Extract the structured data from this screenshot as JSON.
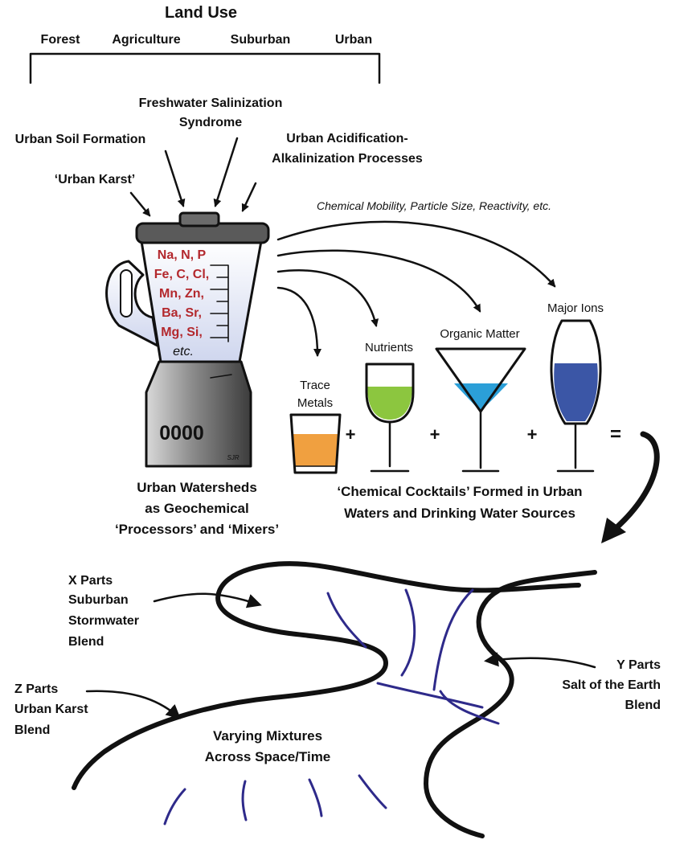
{
  "land_use": {
    "title": "Land Use",
    "categories": [
      "Forest",
      "Agriculture",
      "Suburban",
      "Urban"
    ]
  },
  "processes": {
    "salinization": [
      "Freshwater Salinization",
      "Syndrome"
    ],
    "soil_formation": "Urban Soil Formation",
    "acidification": [
      "Urban Acidification-",
      "Alkalinization Processes"
    ],
    "karst": "‘Urban Karst’"
  },
  "mobility_caption": "Chemical Mobility, Particle Size, Reactivity, etc.",
  "blender": {
    "elements": [
      "Na, N, P",
      "Fe, C, Cl,",
      "Mn, Zn,",
      "Ba, Sr,",
      "Mg, Si,",
      "etc."
    ],
    "buttons": "0000",
    "signature": "SJR",
    "caption": [
      "Urban Watersheds",
      "as Geochemical",
      "‘Processors’ and ‘Mixers’"
    ]
  },
  "cocktails": {
    "trace_metals": [
      "Trace",
      "Metals"
    ],
    "nutrients": "Nutrients",
    "organic_matter": "Organic Matter",
    "major_ions": "Major Ions",
    "plus": "+",
    "equals": "=",
    "caption": [
      "‘Chemical Cocktails’ Formed in Urban",
      "Waters and Drinking Water Sources"
    ]
  },
  "colors": {
    "element_text": "#b3282d",
    "trace_metals_liquid": "#f0a040",
    "nutrients_liquid": "#8cc63f",
    "organic_matter_liquid": "#2b9fd8",
    "major_ions_liquid": "#3b56a6",
    "river_lines": "#2e2a8a"
  },
  "river": {
    "x_parts": [
      "X Parts",
      "Suburban",
      "Stormwater",
      "Blend"
    ],
    "y_parts": [
      "Y Parts",
      "Salt of the Earth",
      "Blend"
    ],
    "z_parts": [
      "Z Parts",
      "Urban Karst",
      "Blend"
    ],
    "mixtures": [
      "Varying Mixtures",
      "Across Space/Time"
    ]
  }
}
